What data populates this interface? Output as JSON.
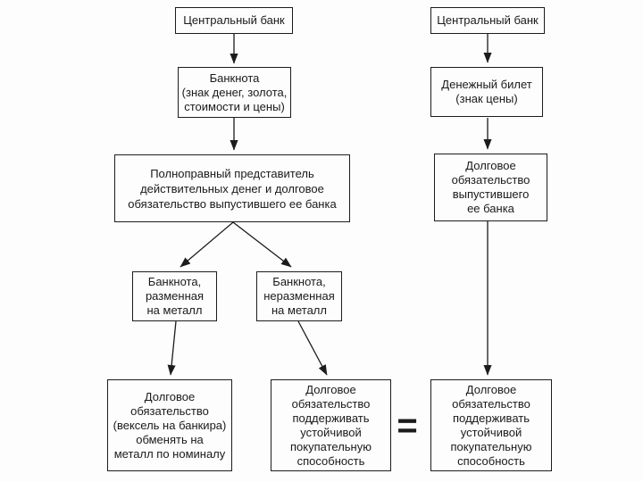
{
  "diagram": {
    "nodes": {
      "left": {
        "central_bank": "Центральный банк",
        "banknote": "Банкнота\n(знак денег, золота,\nстоимости и цены)",
        "representative": "Полноправный представитель\nдействительных денег и долговое\nобязательство выпустившего ее банка",
        "redeemable": "Банкнота,\nразменная\nна металл",
        "irredeemable": "Банкнота,\nнеразменная\nна металл",
        "obligation_exchange": "Долговое\nобязательство\n(вексель на банкира)\nобменять на\nметалл по номиналу",
        "obligation_purchasing": "Долговое\nобязательство\nподдерживать\nустойчивой\nпокупательную\nспособность"
      },
      "right": {
        "central_bank": "Центральный банк",
        "money_ticket": "Денежный билет\n(знак цены)",
        "obligation_issuer": "Долговое\nобязательство\nвыпустившего\nее банка",
        "obligation_purchasing": "Долговое\nобязательство\nподдерживать\nустойчивой\nпокупательную\nспособность"
      }
    },
    "operators": {
      "equals": "="
    },
    "colors": {
      "line": "#1c1c1c",
      "background": "#fdfdfd",
      "text": "#1a1a1a"
    }
  }
}
